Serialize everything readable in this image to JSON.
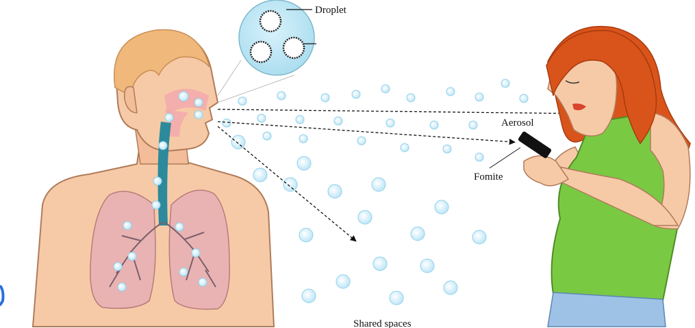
{
  "labels": {
    "droplet": "Droplet",
    "aerosol": "Aerosol",
    "fomite": "Fomite",
    "shared_spaces": "Shared spaces"
  },
  "figures": {
    "left": "man-exhaling-with-lungs",
    "right": "woman-with-phone",
    "inset": "droplet-magnified-inset"
  },
  "colors": {
    "particle": "#cdeefa",
    "particle_edge": "#8fd0ea",
    "skin": "#f6caa6",
    "lung": "#e9b3b3",
    "airway": "#2c8a9c",
    "hair_woman": "#d9541a",
    "hair_man": "#f0b87a",
    "shirt": "#7ac943",
    "jeans": "#9ec2e6",
    "phone": "#111111",
    "inset_fill": "#bfe8f6",
    "accent_left": "#2a6fdc"
  }
}
